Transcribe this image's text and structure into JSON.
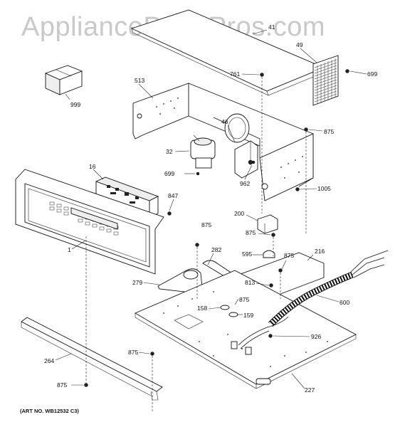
{
  "watermark": "AppliancePartsPros.com",
  "art_number": "(ART NO. WB12532 C3)",
  "callouts": {
    "c41": "41",
    "c49": "49",
    "c699a": "699",
    "c761": "761",
    "c513": "513",
    "c999": "999",
    "c46": "46",
    "c875a": "875",
    "c32": "32",
    "c16": "16",
    "c699b": "699",
    "c962": "962",
    "c1005": "1005",
    "c847": "847",
    "c200": "200",
    "c875b": "875",
    "c875c": "875",
    "c1": "1",
    "c282": "282",
    "c595": "595",
    "c875d": "875",
    "c216": "216",
    "c279": "279",
    "c813": "813",
    "c875e": "875",
    "c600": "600",
    "c158": "158",
    "c159": "159",
    "c926": "926",
    "c875f": "875",
    "c264": "264",
    "c875g": "875",
    "c227": "227"
  }
}
